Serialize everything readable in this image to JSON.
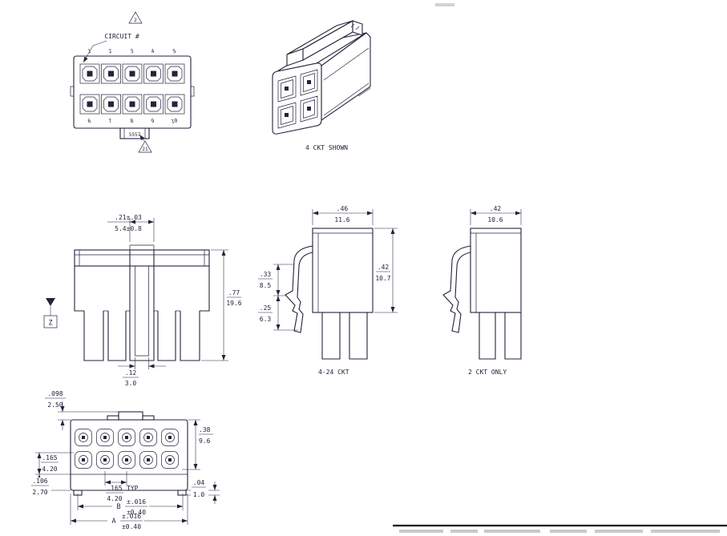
{
  "front_view_top": {
    "callout": "CIRCUIT #",
    "flag_top": "2",
    "flag_bottom": "21",
    "series": "5557",
    "circuits_top": [
      "1",
      "2",
      "3",
      "4",
      "5"
    ],
    "circuits_bottom": [
      "6",
      "7",
      "8",
      "9",
      "10"
    ]
  },
  "iso_view": {
    "caption": "4 CKT SHOWN"
  },
  "side_view_a": {
    "datum": "Z",
    "dim_latch": {
      "in": ".21±.03",
      "mm": "5.4±0.8"
    },
    "dim_height": {
      "in": ".77",
      "mm": "19.6"
    },
    "dim_rib": {
      "in": ".12",
      "mm": "3.0"
    }
  },
  "side_view_b": {
    "caption": "4-24 CKT",
    "dim_width": {
      "in": ".46",
      "mm": "11.6"
    },
    "dim_height": {
      "in": ".42",
      "mm": "10.7"
    },
    "dim_latch_a": {
      "in": ".33",
      "mm": "8.5"
    },
    "dim_latch_b": {
      "in": ".25",
      "mm": "6.3"
    }
  },
  "side_view_c": {
    "caption": "2 CKT ONLY",
    "dim_width": {
      "in": ".42",
      "mm": "10.6"
    }
  },
  "front_view_bottom": {
    "dim_boss": {
      "in": ".098",
      "mm": "2.50"
    },
    "dim_height": {
      "in": ".38",
      "mm": "9.6"
    },
    "dim_row": {
      "in": ".165",
      "mm": "4.20"
    },
    "dim_bottom": {
      "in": ".106",
      "mm": "2.70"
    },
    "dim_pitch": {
      "in": ".165",
      "mm": "4.20",
      "qual": "TYP"
    },
    "dim_foot": {
      "in": ".04",
      "mm": "1.0"
    },
    "dim_b": {
      "label": "B",
      "in": "±.016",
      "mm": "±0.40"
    },
    "dim_a": {
      "label": "A",
      "in": "±.016",
      "mm": "±0.40"
    }
  }
}
